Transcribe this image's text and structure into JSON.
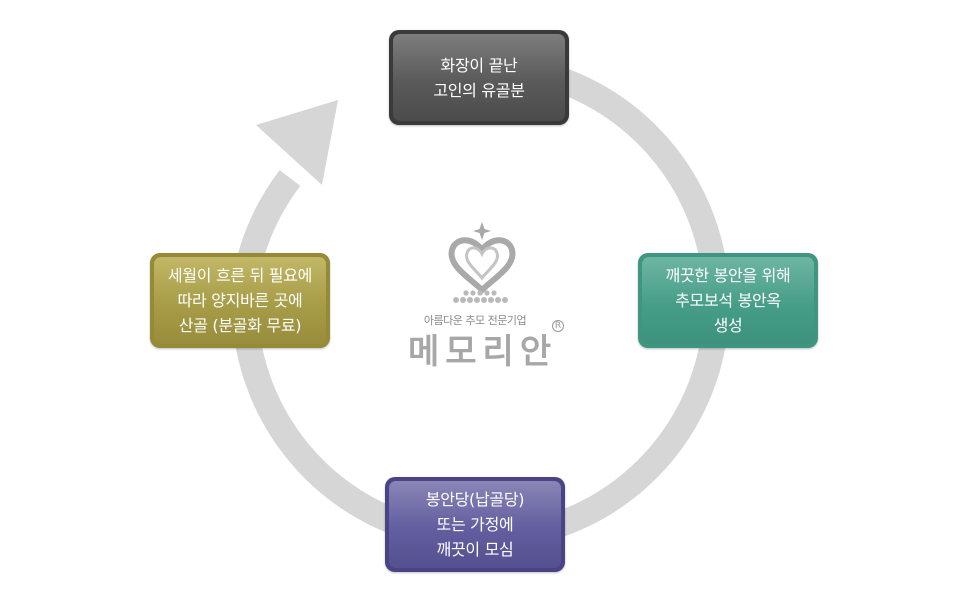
{
  "steps": [
    {
      "id": "top",
      "lines": [
        "화장이 끝난",
        "고인의 유골분"
      ],
      "color": "#4c4c4c"
    },
    {
      "id": "right",
      "lines": [
        "깨끗한 봉안을 위해",
        "추모보석 봉안옥",
        "생성"
      ],
      "color": "#3c927c"
    },
    {
      "id": "bottom",
      "lines": [
        "봉안당(납골당)",
        "또는 가정에",
        "깨끗이 모심"
      ],
      "color": "#55508f"
    },
    {
      "id": "left",
      "lines": [
        "세월이 흐른 뒤 필요에",
        "따라 양지바른 곳에",
        "산골 (분골화 무료)"
      ],
      "color": "#988d3b"
    }
  ],
  "logo": {
    "tagline": "아름다운 추모 전문기업",
    "name": "메모리안",
    "registered_mark": "R"
  },
  "cycle_color": "#d6d6d6"
}
